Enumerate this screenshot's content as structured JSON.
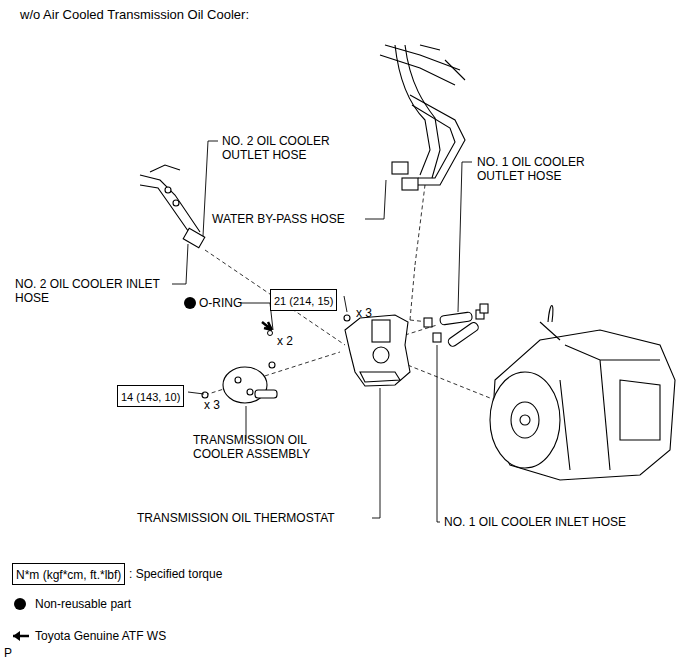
{
  "diagram": {
    "title": "w/o Air Cooled Transmission Oil Cooler:",
    "nodes": [
      {
        "text": [
          "21 (214, 15)"
        ]
      },
      {
        "text": [
          "14 (143, 10)"
        ]
      },
      {
        "text": [
          "N*m (kgf*cm, ft.*lbf)"
        ]
      }
    ],
    "labels": [
      "NO. 2 OIL COOLER OUTLET HOSE",
      "WATER BY-PASS HOSE",
      "NO. 1 OIL COOLER OUTLET HOSE",
      "NO. 2 OIL COOLER INLET HOSE",
      "x 3",
      "O-RING",
      "x 2",
      "x 3",
      "TRANSMISSION OIL COOLER ASSEMBLY",
      "TRANSMISSION OIL THERMOSTAT",
      "NO. 1 OIL COOLER INLET HOSE",
      "P"
    ],
    "legend": [
      {
        "text": ": Specified torque"
      },
      {
        "text": "Non-reusable part"
      },
      {
        "text": "Toyota Genuine ATF WS"
      }
    ]
  }
}
